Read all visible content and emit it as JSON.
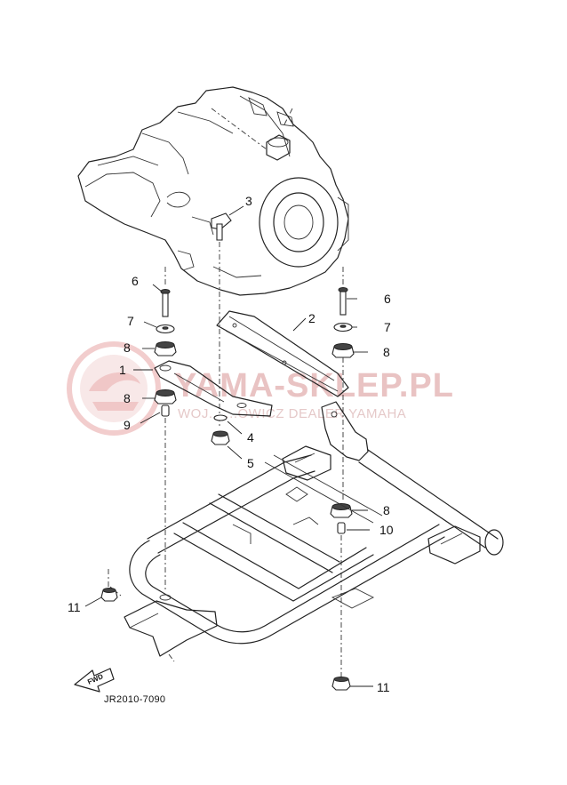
{
  "diagram": {
    "callouts": [
      {
        "id": "c3",
        "text": "3"
      },
      {
        "id": "c6a",
        "text": "6"
      },
      {
        "id": "c6b",
        "text": "6"
      },
      {
        "id": "c2",
        "text": "2"
      },
      {
        "id": "c7a",
        "text": "7"
      },
      {
        "id": "c7b",
        "text": "7"
      },
      {
        "id": "c8a",
        "text": "8"
      },
      {
        "id": "c8b",
        "text": "8"
      },
      {
        "id": "c1",
        "text": "1"
      },
      {
        "id": "c8c",
        "text": "8"
      },
      {
        "id": "c9",
        "text": "9"
      },
      {
        "id": "c4",
        "text": "4"
      },
      {
        "id": "c5",
        "text": "5"
      },
      {
        "id": "c8d",
        "text": "8"
      },
      {
        "id": "c10",
        "text": "10"
      },
      {
        "id": "c11a",
        "text": "11"
      },
      {
        "id": "c11b",
        "text": "11"
      }
    ],
    "diagram_code": "JR2010-7090",
    "fwd_label": "FWD"
  },
  "watermark": {
    "main": "YAMA-SKLEP.PL",
    "sub": "WOJ... ...OWICZ DEALER YAMAHA",
    "color": "#e9c3c3"
  }
}
